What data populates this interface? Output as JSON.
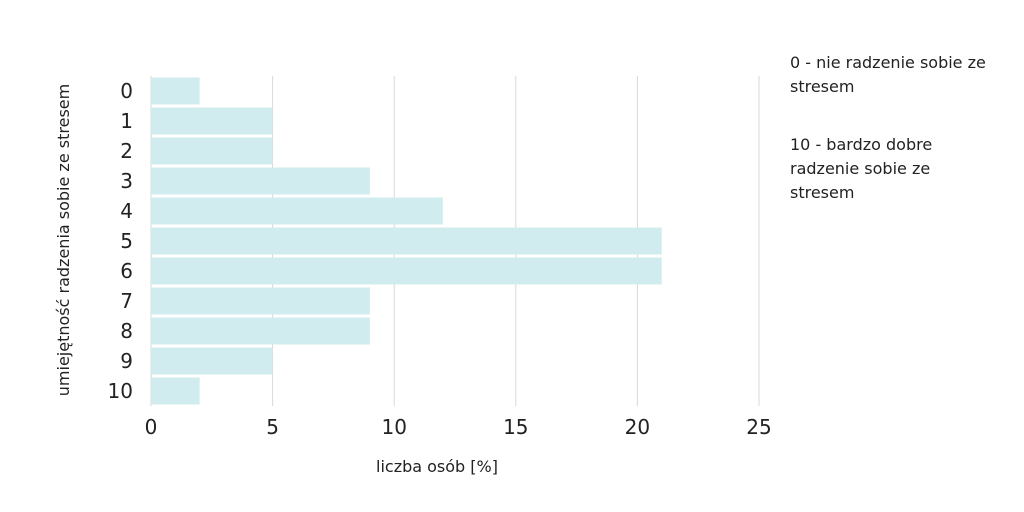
{
  "chart_data": {
    "type": "bar",
    "orientation": "horizontal",
    "categories": [
      "0",
      "1",
      "2",
      "3",
      "4",
      "5",
      "6",
      "7",
      "8",
      "9",
      "10"
    ],
    "values": [
      2,
      5,
      5,
      9,
      12,
      21,
      21,
      9,
      9,
      5,
      2
    ],
    "xlabel": "liczba osób [%]",
    "ylabel": "umiejętność radzenia sobie ze stresem",
    "xlim": [
      0,
      25
    ],
    "xticks": [
      0,
      5,
      10,
      15,
      20,
      25
    ],
    "grid": "vertical",
    "bar_color": "#d0ecee",
    "grid_color": "#d9d9d9"
  },
  "notes": [
    "0 - nie radzenie sobie ze stresem",
    "10 - bardzo dobre radzenie sobie ze stresem"
  ]
}
